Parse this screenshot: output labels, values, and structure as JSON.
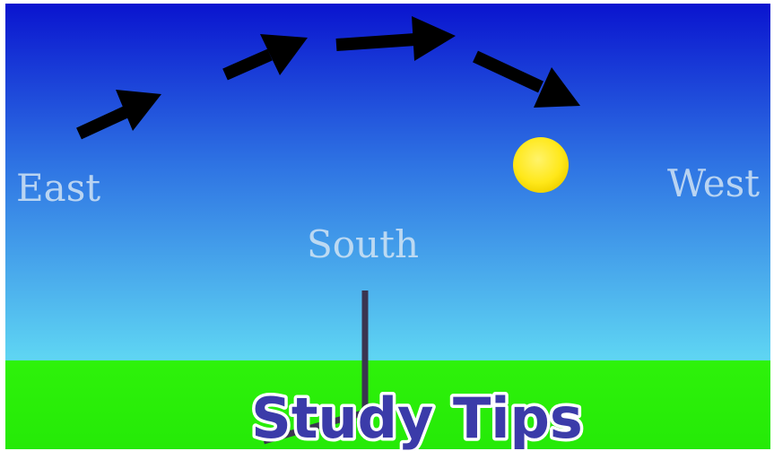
{
  "scene": {
    "directions": {
      "east": "East",
      "south": "South",
      "west": "West"
    },
    "title": "Study Tips",
    "colors": {
      "sky_top": "#0a14cf",
      "sky_bottom": "#5fd6f3",
      "ground": "#2ef20a",
      "sun": "#ffe81a",
      "arrow": "#000000",
      "stick": "#3a3550",
      "title_fill": "#3b3ba9",
      "title_outline": "#ffffff"
    },
    "icons": [
      "sun-icon",
      "arrow-icon",
      "shadow-stick-icon"
    ]
  }
}
